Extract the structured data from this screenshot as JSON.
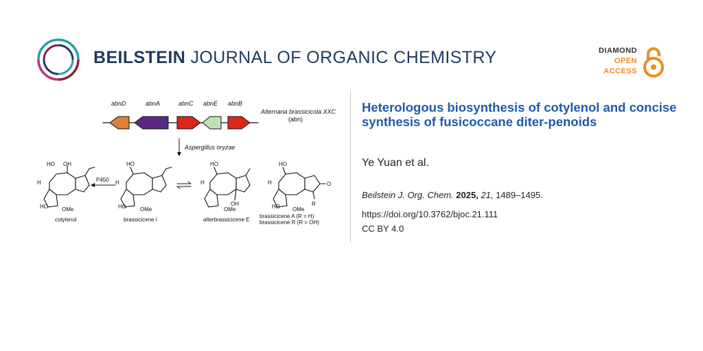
{
  "header": {
    "journal_bold": "BEILSTEIN",
    "journal_rest": "JOURNAL OF ORGANIC CHEMISTRY",
    "badge": {
      "line1": "DIAMOND",
      "line2": "OPEN",
      "line3": "ACCESS"
    }
  },
  "article": {
    "title": "Heterologous biosynthesis of cotylenol and concise synthesis of fusicoccane diter-penoids",
    "authors": "Ye Yuan et al.",
    "citation": {
      "journal": "Beilstein J. Org. Chem.",
      "year": "2025,",
      "volume": "21,",
      "pages": "1489–1495."
    },
    "doi": "https://doi.org/10.3762/bjoc.21.111",
    "license": "CC BY 4.0"
  },
  "figure": {
    "genes": [
      "abnD",
      "abnA",
      "abnC",
      "abnE",
      "abnB"
    ],
    "organism_line1": "Alternaria brassicicola XXC",
    "organism_line2": "(abn)",
    "host": "Aspergillus oryzae",
    "enzyme": "P450",
    "compounds": [
      "cotylenol",
      "brassicicene I",
      "alterbrassicicene E"
    ],
    "compound_4_line1": "brassicicene A (R = H)",
    "compound_4_line2": "brassicicene R (R = OH)",
    "atoms": {
      "ho": "HO",
      "oh": "OH",
      "ome": "OMe",
      "h": "H",
      "o": "O",
      "r": "R"
    },
    "colors": {
      "abnD": "#d9803a",
      "abnA": "#5a2a82",
      "abnC": "#d9271e",
      "abnE": "#bfe0b4",
      "abnB": "#d9271e"
    }
  }
}
